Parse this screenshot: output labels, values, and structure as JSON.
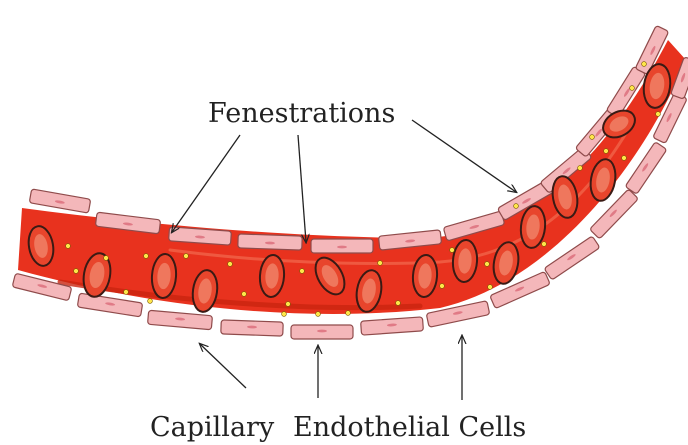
{
  "labels": {
    "top": "Fenestrations",
    "bottom_left": "Capillary",
    "bottom_right": "Endothelial Cells"
  },
  "colors": {
    "vessel_fill": "#e8321e",
    "vessel_dark": "#c9240f",
    "vessel_highlight": "#f26a4e",
    "endothelial_fill": "#f4b7ba",
    "endothelial_stroke": "#8f4b4b",
    "endothelial_nucleus": "#e07a86",
    "rbc_fill": "#e8452c",
    "rbc_inner": "#f08066",
    "rbc_stroke": "#3a1a14",
    "particle_fill": "#ffe64a",
    "particle_stroke": "#7a5a00",
    "arrow_color": "#222222"
  }
}
